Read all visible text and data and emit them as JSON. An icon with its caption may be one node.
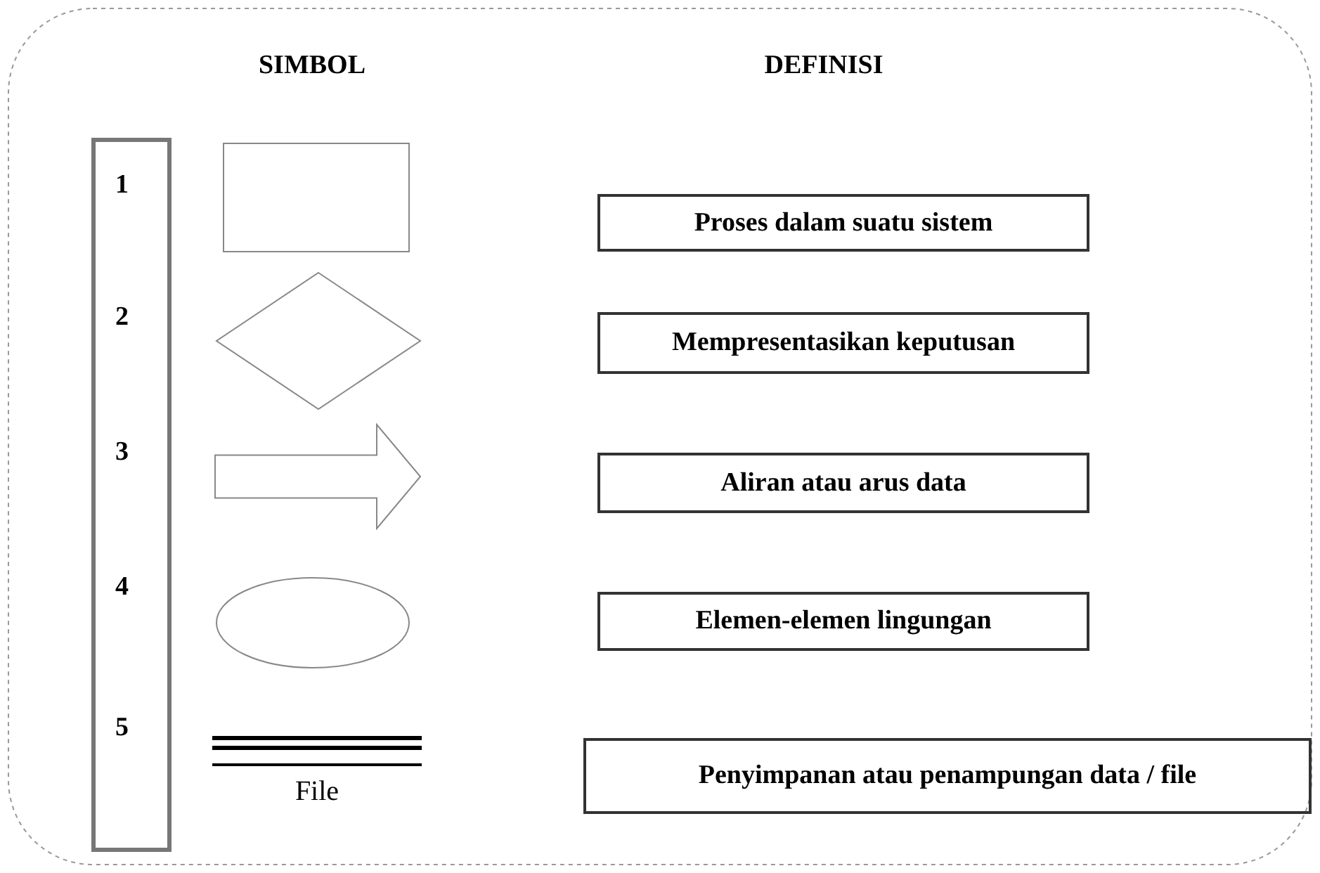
{
  "diagram": {
    "nodes": [
      {
        "text": [
          "1",
          "2",
          "3",
          "4",
          "5"
        ]
      },
      {
        "text": [],
        "shape": "box"
      },
      {
        "text": [
          "Proses dalam suatu sistem"
        ]
      },
      {
        "text": [],
        "shape": "diamond"
      },
      {
        "text": [
          "Mempresentasikan keputusan"
        ]
      },
      {
        "text": [],
        "shape": "arrow"
      },
      {
        "text": [
          "Aliran atau arus data"
        ]
      },
      {
        "text": [],
        "shape": "ellipse"
      },
      {
        "text": [
          "Elemen-elemen lingungan"
        ]
      },
      {
        "text": [],
        "shape": "lines",
        "beside": [
          "File"
        ]
      },
      {
        "text": [
          "Penyimpanan atau penampungan data / file"
        ]
      }
    ],
    "labels": [
      "SIMBOL",
      "DEFINISI"
    ]
  }
}
